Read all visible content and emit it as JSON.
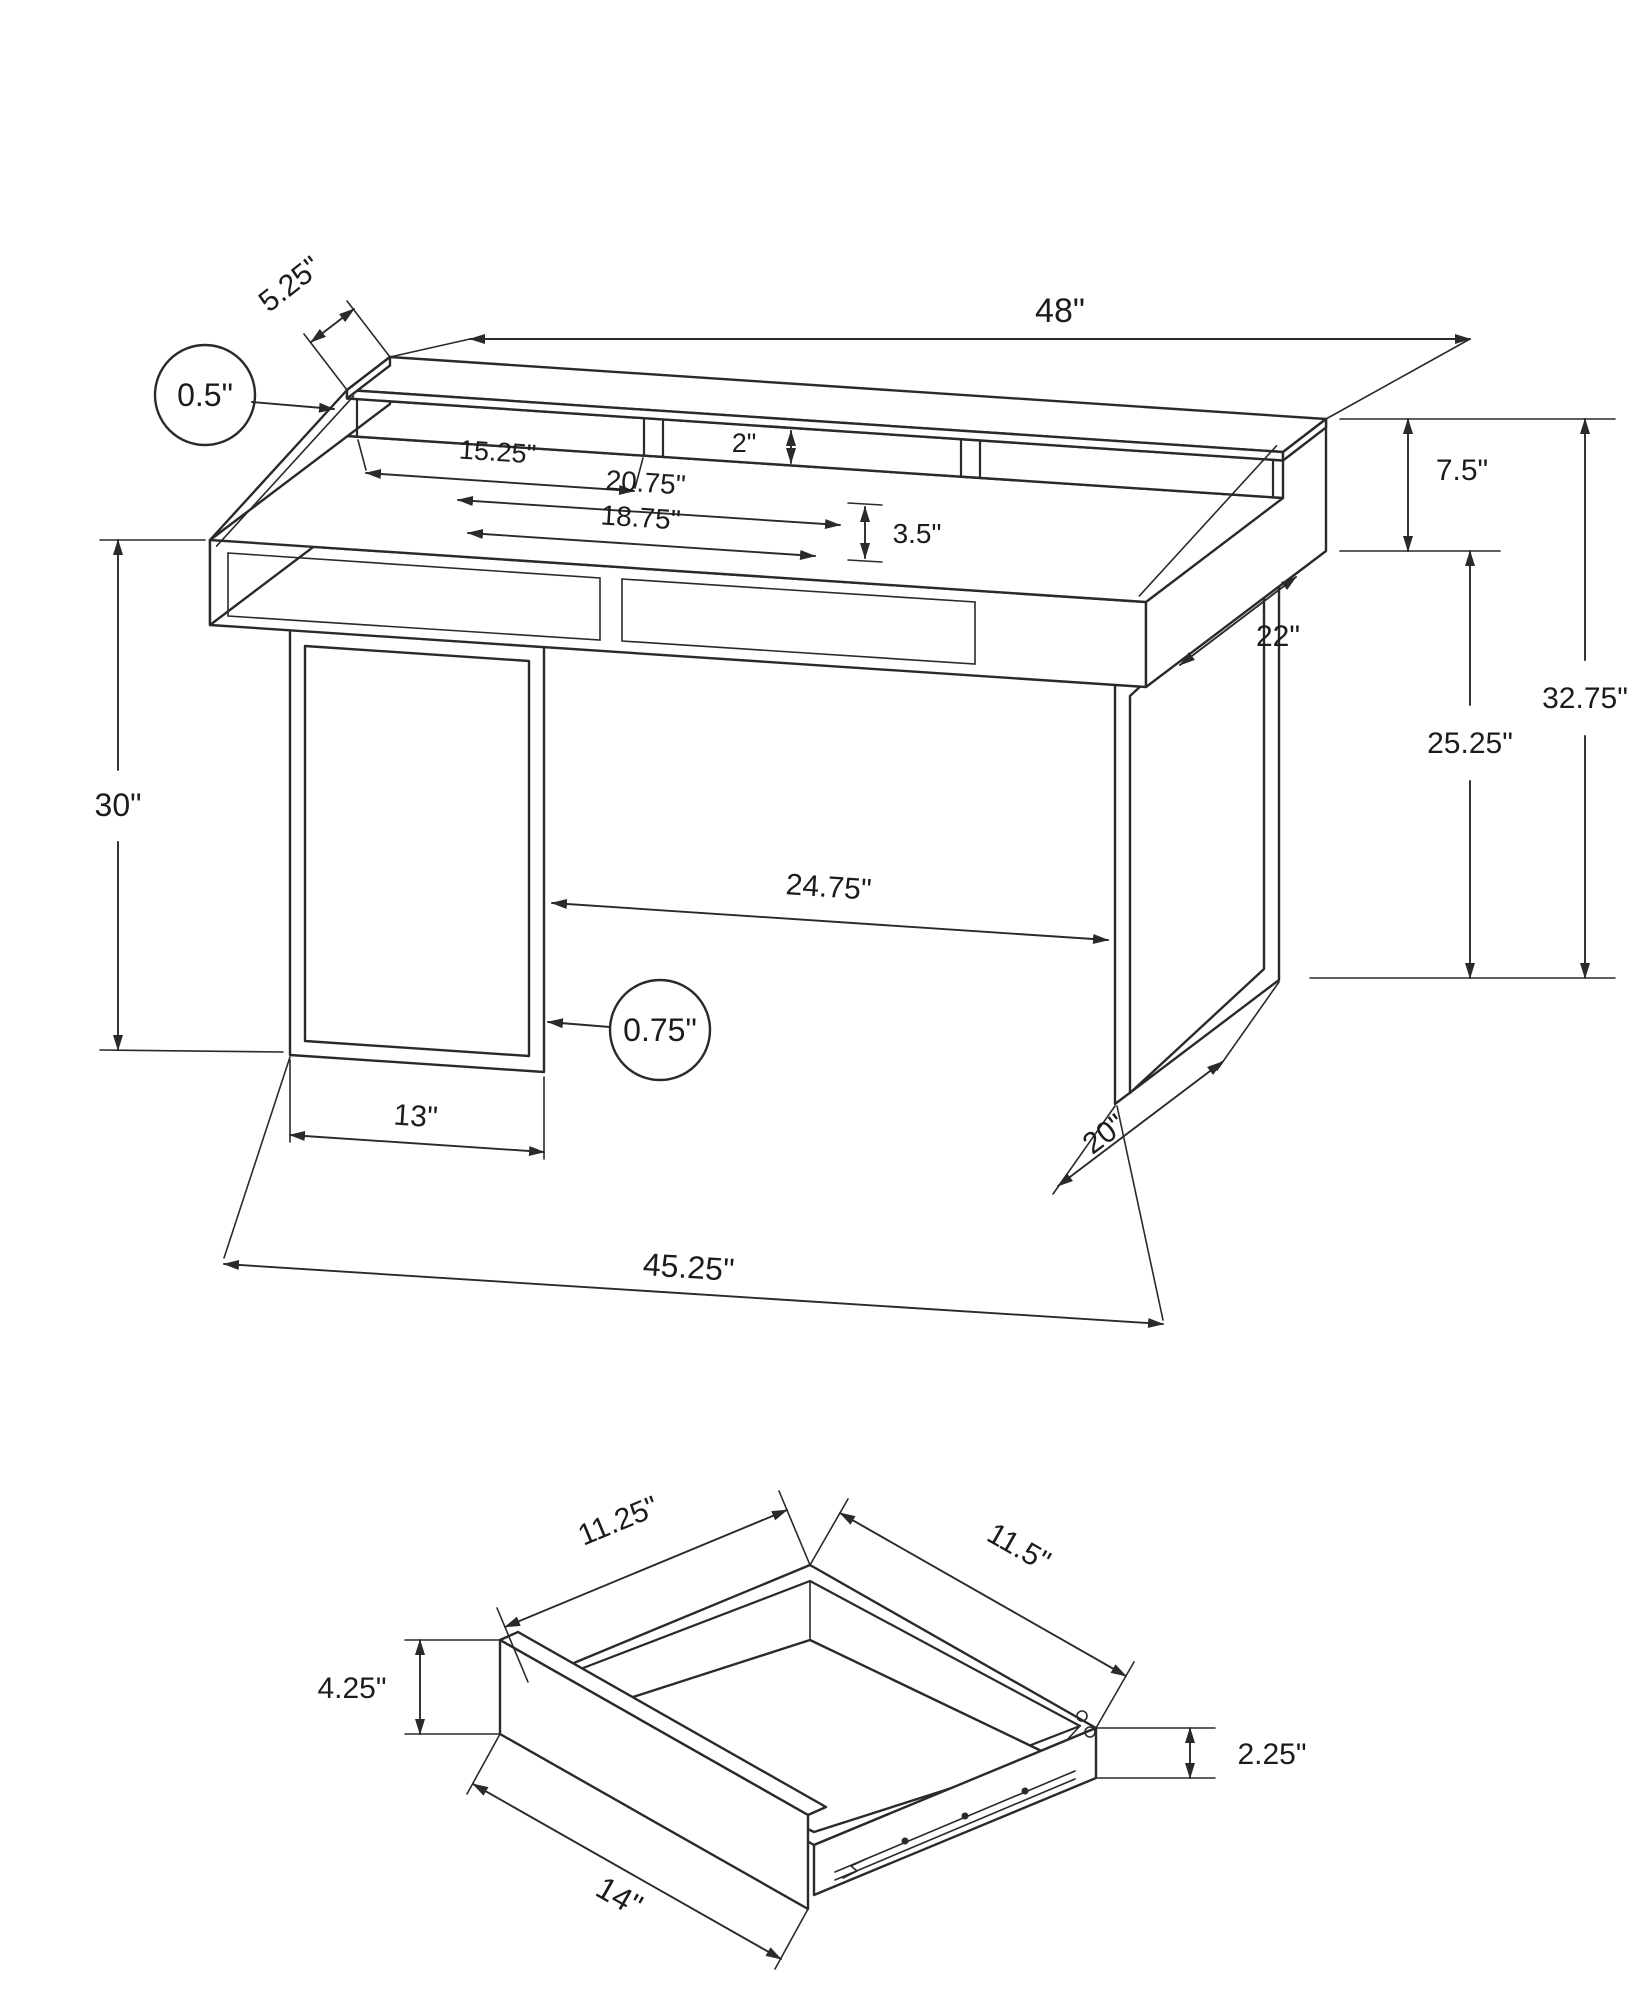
{
  "page": {
    "background": "#ffffff",
    "line_color": "#2a2a2a"
  },
  "dims": {
    "desk": {
      "top_width": "48\"",
      "shelf_depth": "5.25\"",
      "shelf_top_thickness": "0.5\"",
      "cubby_width": "15.25\"",
      "cubby_gap_height": "2\"",
      "hutch_height": "7.5\"",
      "desk_depth": "22\"",
      "drawer_front_width": "20.75\"",
      "drawer_opening_width": "18.75\"",
      "drawer_opening_height": "3.5\"",
      "total_height": "32.75\"",
      "underside_clearance": "25.25\"",
      "desktop_height": "30\"",
      "leg_span": "24.75\"",
      "leg_tube_thickness": "0.75\"",
      "left_leg_foot_width": "13\"",
      "right_leg_foot_depth": "20\"",
      "base_width": "45.25\""
    },
    "drawer": {
      "side_depth": "11.25\"",
      "back_width": "11.5\"",
      "front_height": "4.25\"",
      "side_height": "2.25\"",
      "front_width": "14\""
    }
  }
}
